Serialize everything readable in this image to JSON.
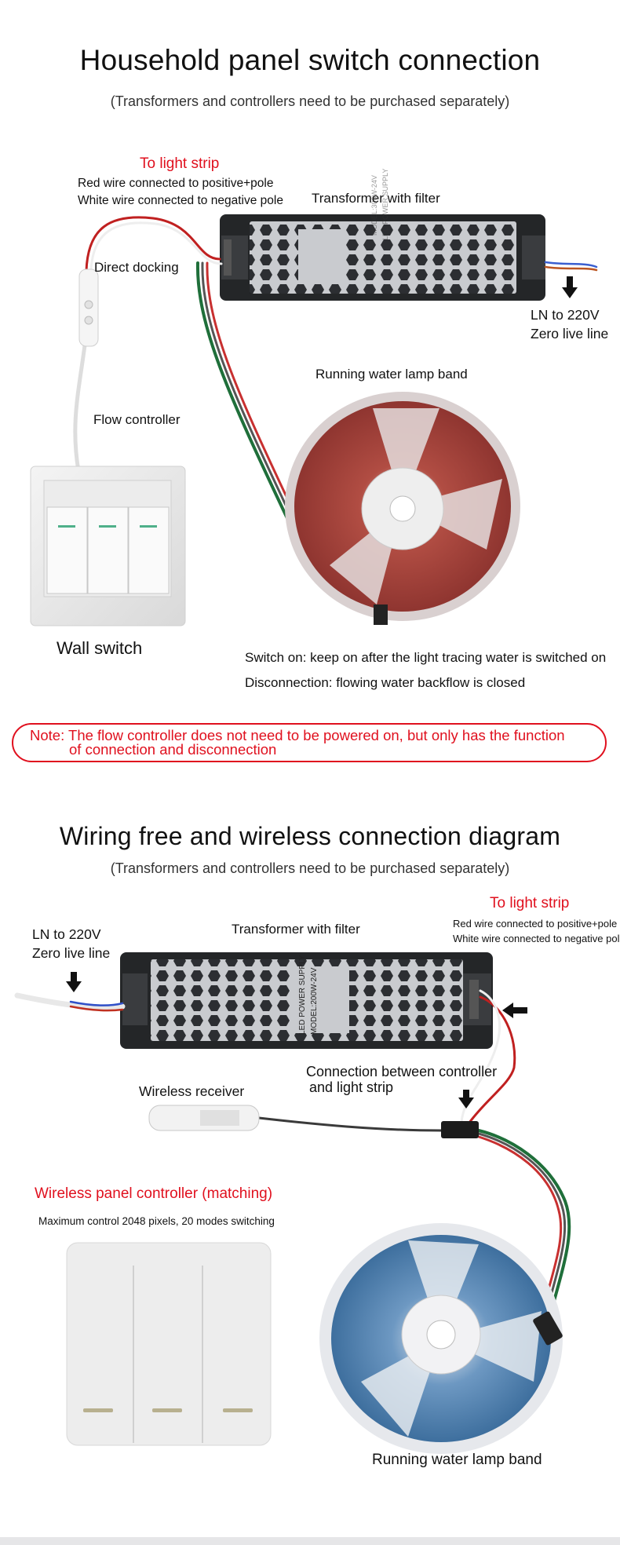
{
  "section1": {
    "title": "Household panel switch connection",
    "subtitle": "(Transformers and controllers need to be purchased separately)",
    "to_light_strip": "To light strip",
    "red_wire": "Red wire connected to positive+pole",
    "white_wire": "White wire connected to negative pole",
    "transformer": "Transformer with filter",
    "direct_docking": "Direct docking",
    "ln_line1": "LN to 220V",
    "ln_line2": "Zero live line",
    "running_band": "Running water lamp band",
    "flow_controller": "Flow controller",
    "wall_switch": "Wall switch",
    "switch_on": "Switch on: keep on after the light tracing water is switched on",
    "disconnection": "Disconnection: flowing water backflow is closed",
    "note_line1": "Note: The flow controller does not need to be powered on, but only has the function",
    "note_line2": "of connection and disconnection"
  },
  "section2": {
    "title": "Wiring free and wireless connection diagram",
    "subtitle": "(Transformers and controllers need to be purchased separately)",
    "to_light_strip": "To light strip",
    "red_wire": "Red wire connected to positive+pole",
    "white_wire": "White wire connected to negative pole",
    "ln_line1": "LN to 220V",
    "ln_line2": "Zero live line",
    "transformer": "Transformer with filter",
    "connection_line1": "Connection between controller",
    "connection_line2": "and light strip",
    "wireless_receiver": "Wireless receiver",
    "panel_controller": "Wireless panel controller (matching)",
    "max_control": "Maximum control 2048 pixels, 20 modes switching",
    "running_band": "Running water lamp band"
  },
  "product_labels": {
    "ps1_model": "MODEL:300W-24V",
    "ps1_brand": "LED POWER SUPPLY",
    "ps2_brand": "LED POWER SUPPLY",
    "ps2_model": "MODEL:200W-24V"
  },
  "colors": {
    "accent_red": "#e0101e",
    "strip_red": "#9c3b34",
    "strip_blue": "#3e6f9e"
  }
}
